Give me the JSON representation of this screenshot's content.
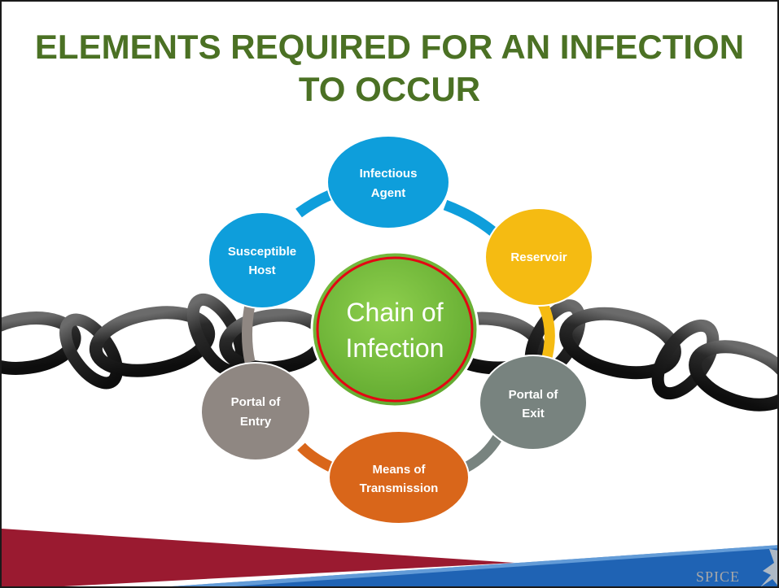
{
  "slide": {
    "title": "ELEMENTS REQUIRED FOR AN INFECTION TO OCCUR"
  },
  "diagram": {
    "center": {
      "line1": "Chain of",
      "line2": "Infection"
    },
    "nodes": [
      {
        "id": "infectious-agent",
        "line1": "Infectious",
        "line2": "Agent",
        "color": "#0e9edb"
      },
      {
        "id": "reservoir",
        "line1": "Reservoir",
        "line2": "",
        "color": "#f5bb12"
      },
      {
        "id": "portal-of-exit",
        "line1": "Portal of",
        "line2": "Exit",
        "color": "#78837f"
      },
      {
        "id": "means-of-transmission",
        "line1": "Means of",
        "line2": "Transmission",
        "color": "#d9661a"
      },
      {
        "id": "portal-of-entry",
        "line1": "Portal of",
        "line2": "Entry",
        "color": "#8f8782"
      },
      {
        "id": "susceptible-host",
        "line1": "Susceptible",
        "line2": "Host",
        "color": "#0e9edb"
      }
    ],
    "center_fill": "#7bc142",
    "center_ring": "#e30613"
  },
  "footer": {
    "logo": "SPICE",
    "band_red": "#9a1a30",
    "band_blue": "#1f63b4"
  }
}
